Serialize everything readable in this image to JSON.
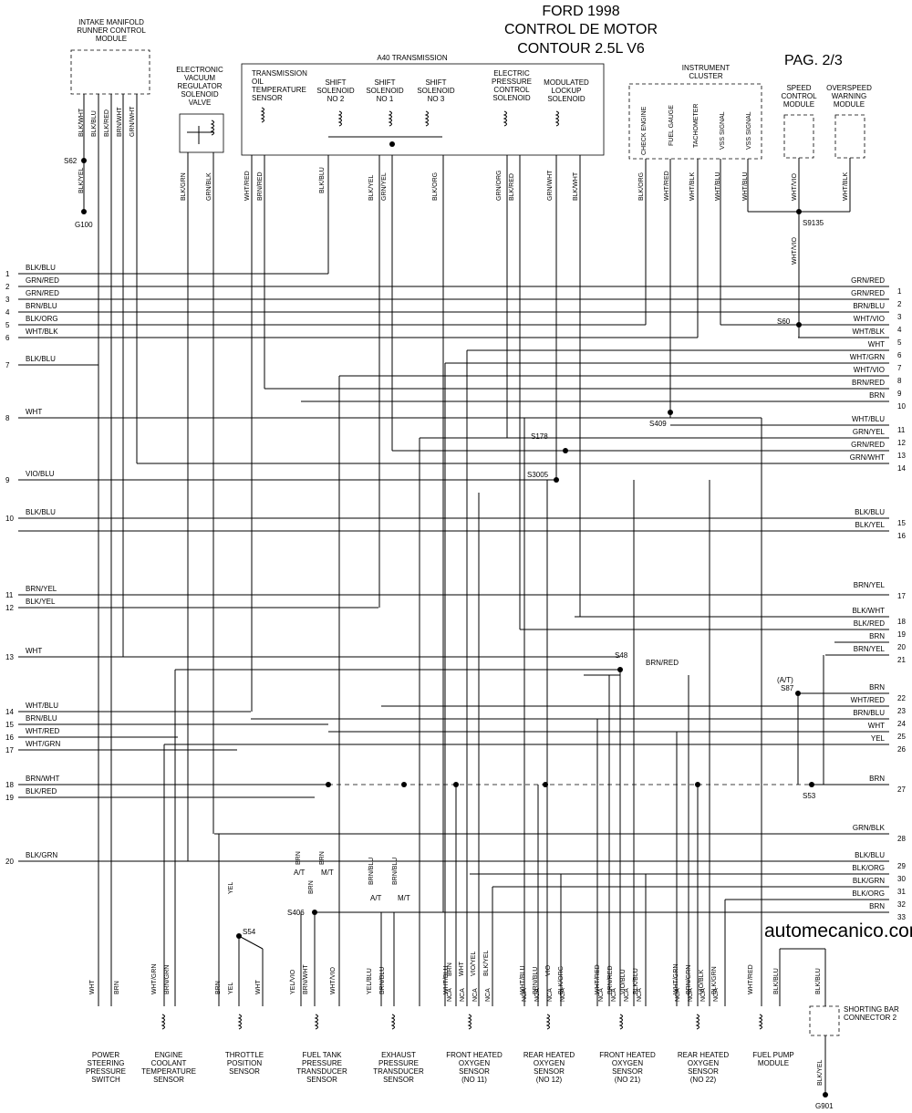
{
  "header": {
    "make": "FORD 1998",
    "title": "CONTROL DE MOTOR",
    "model": "CONTOUR 2.5L V6",
    "page": "PAG. 2/3"
  },
  "watermark": "automecanico.com",
  "top_components": {
    "imrc": "INTAKE MANIFOLD\nRUNNER CONTROL\nMODULE",
    "evr": "ELECTRONIC\nVACUUM\nREGULATOR\nSOLENOID\nVALVE",
    "a40": "A40 TRANSMISSION",
    "tot": "TRANSMISSION\nOIL\nTEMPERATURE\nSENSOR",
    "ss2": "SHIFT\nSOLENOID\nNO 2",
    "ss1": "SHIFT\nSOLENOID\nNO 1",
    "ss3": "SHIFT\nSOLENOID\nNO 3",
    "epc": "ELECTRIC\nPRESSURE\nCONTROL\nSOLENOID",
    "mls": "MODULATED\nLOCKUP\nSOLENOID",
    "ic": "INSTRUMENT\nCLUSTER",
    "ic_check": "CHECK ENGINE",
    "ic_fuel": "FUEL GAUGE",
    "ic_tach": "TACHOMETER",
    "ic_vss1": "VSS SIGNAL",
    "ic_vss2": "VSS SIGNAL",
    "scm": "SPEED\nCONTROL\nMODULE",
    "owm": "OVERSPEED\nWARNING\nMODULE"
  },
  "bottom_components": {
    "psps": "POWER\nSTEERING\nPRESSURE\nSWITCH",
    "ect": "ENGINE\nCOOLANT\nTEMPERATURE\nSENSOR",
    "tps": "THROTTLE\nPOSITION\nSENSOR",
    "ftpt": "FUEL TANK\nPRESSURE\nTRANSDUCER\nSENSOR",
    "eptp": "EXHAUST\nPRESSURE\nTRANSDUCER\nSENSOR",
    "ho11": "FRONT HEATED\nOXYGEN\nSENSOR\n(NO 11)",
    "ho12": "REAR HEATED\nOXYGEN\nSENSOR\n(NO 12)",
    "ho21": "FRONT HEATED\nOXYGEN\nSENSOR\n(NO 21)",
    "ho22": "REAR HEATED\nOXYGEN\nSENSOR\n(NO 22)",
    "fpm": "FUEL PUMP\nMODULE",
    "sbc": "SHORTING BAR\nCONNECTOR 2"
  },
  "splices": {
    "s62": "S62",
    "g100": "G100",
    "s9135": "S9135",
    "s60": "S60",
    "s409": "S409",
    "s178": "S178",
    "s3005": "S3005",
    "s48": "S48",
    "s87": "S87",
    "s87_note": "(A/T)",
    "s53": "S53",
    "s54": "S54",
    "s406": "S406",
    "g901": "G901",
    "at": "A/T",
    "mt": "M/T"
  },
  "left_pins": [
    {
      "n": "1",
      "wire": "BLK/BLU"
    },
    {
      "n": "2",
      "wire": "GRN/RED"
    },
    {
      "n": "3",
      "wire": "GRN/RED"
    },
    {
      "n": "4",
      "wire": "BRN/BLU"
    },
    {
      "n": "5",
      "wire": "BLK/ORG"
    },
    {
      "n": "6",
      "wire": "WHT/BLK"
    },
    {
      "n": "7",
      "wire": "BLK/BLU"
    },
    {
      "n": "8",
      "wire": "WHT"
    },
    {
      "n": "9",
      "wire": "VIO/BLU"
    },
    {
      "n": "10",
      "wire": "BLK/BLU"
    },
    {
      "n": "11",
      "wire": "BRN/YEL"
    },
    {
      "n": "12",
      "wire": "BLK/YEL"
    },
    {
      "n": "13",
      "wire": "WHT"
    },
    {
      "n": "14",
      "wire": "WHT/BLU"
    },
    {
      "n": "15",
      "wire": "BRN/BLU"
    },
    {
      "n": "16",
      "wire": "WHT/RED"
    },
    {
      "n": "17",
      "wire": "WHT/GRN"
    },
    {
      "n": "18",
      "wire": "BRN/WHT"
    },
    {
      "n": "19",
      "wire": "BLK/RED"
    },
    {
      "n": "20",
      "wire": "BLK/GRN"
    }
  ],
  "right_pins": [
    {
      "n": "1",
      "wire": "GRN/RED"
    },
    {
      "n": "2",
      "wire": "GRN/RED"
    },
    {
      "n": "3",
      "wire": "BRN/BLU"
    },
    {
      "n": "4",
      "wire": "WHT/VIO"
    },
    {
      "n": "5",
      "wire": "WHT/BLK"
    },
    {
      "n": "6",
      "wire": "WHT"
    },
    {
      "n": "7",
      "wire": "WHT/GRN"
    },
    {
      "n": "8",
      "wire": "WHT/VIO"
    },
    {
      "n": "9",
      "wire": "BRN/RED"
    },
    {
      "n": "10",
      "wire": "BRN"
    },
    {
      "n": "11",
      "wire": "WHT/BLU"
    },
    {
      "n": "12",
      "wire": "GRN/YEL"
    },
    {
      "n": "13",
      "wire": "GRN/RED"
    },
    {
      "n": "14",
      "wire": "GRN/WHT"
    },
    {
      "n": "15",
      "wire": "BLK/BLU"
    },
    {
      "n": "16",
      "wire": "BLK/YEL"
    },
    {
      "n": "17",
      "wire": "BRN/YEL"
    },
    {
      "n": "18",
      "wire": "BLK/WHT"
    },
    {
      "n": "19",
      "wire": "BLK/RED"
    },
    {
      "n": "20",
      "wire": "BRN"
    },
    {
      "n": "21",
      "wire": "BRN/YEL"
    },
    {
      "n": "22",
      "wire": "BRN"
    },
    {
      "n": "23",
      "wire": "WHT/RED"
    },
    {
      "n": "24",
      "wire": "BRN/BLU"
    },
    {
      "n": "25",
      "wire": "WHT"
    },
    {
      "n": "26",
      "wire": "YEL"
    },
    {
      "n": "27",
      "wire": "BRN"
    },
    {
      "n": "28",
      "wire": "GRN/BLK"
    },
    {
      "n": "29",
      "wire": "BLK/BLU"
    },
    {
      "n": "30",
      "wire": "BLK/ORG"
    },
    {
      "n": "31",
      "wire": "BLK/GRN"
    },
    {
      "n": "32",
      "wire": "BLK/ORG"
    },
    {
      "n": "33",
      "wire": "BRN"
    }
  ],
  "top_wires": [
    "BLK/WHT",
    "BLK/BLU",
    "BLK/RED",
    "BRN/WHT",
    "GRN/WHT",
    "BLK/YEL",
    "BLK/GRN",
    "GRN/BLK",
    "WHT/RED",
    "BRN/RED",
    "BLK/BLU",
    "BLK/YEL",
    "GRN/YEL",
    "BLK/ORG",
    "GRN/ORG",
    "BLK/RED",
    "GRN/WHT",
    "BLK/WHT",
    "BLK/ORG",
    "WHT/RED",
    "WHT/BLK",
    "WHT/BLU",
    "WHT/BLU",
    "WHT/VIO",
    "WHT/BLK",
    "WHT/VIO",
    "BRN/RED"
  ],
  "bottom_wires": [
    "WHT",
    "BRN",
    "WHT/GRN",
    "BRN/GRN",
    "BRN",
    "YEL",
    "WHT",
    "YEL/VIO",
    "BRN/WHT",
    "WHT/VIO",
    "YEL/BLU",
    "BRN/BLU",
    "WHT/BLU",
    "BRN",
    "WHT",
    "VIO/YEL",
    "BLK/YEL",
    "WHT/BLU",
    "BRN/BLU",
    "VIO",
    "BLK/ORG",
    "WHT/RED",
    "BRN/RED",
    "VIO/BLU",
    "BLK/BLU",
    "WHT/GRN",
    "BRN/GRN",
    "VIO/BLK",
    "BLK/GRN",
    "WHT/RED",
    "BLK/BLU",
    "BLK/BLU",
    "BLK/YEL",
    "YEL",
    "BRN",
    "BRN",
    "BRN/BLU",
    "BRN/BLU",
    "BRN"
  ],
  "nca": "NCA"
}
